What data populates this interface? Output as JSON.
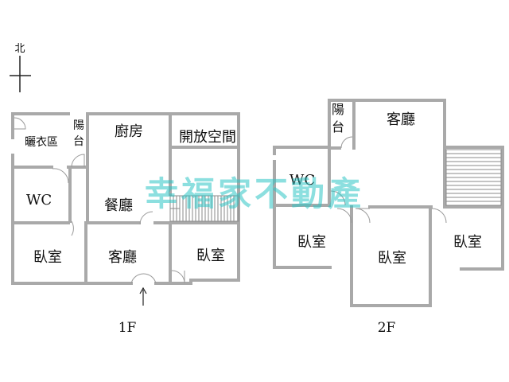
{
  "compass": {
    "north_label": "北"
  },
  "watermark": "幸福家不動產",
  "floor1": {
    "caption": "1F",
    "rooms": {
      "laundry": "曬衣區",
      "balcony": "陽台",
      "kitchen": "廚房",
      "open_space": "開放空間",
      "wc": "WC",
      "dining": "餐廳",
      "bedroom_left": "臥室",
      "living": "客廳",
      "bedroom_right": "臥室"
    }
  },
  "floor2": {
    "caption": "2F",
    "rooms": {
      "balcony": "陽台",
      "living": "客廳",
      "wc": "WC",
      "bedroom_left": "臥室",
      "bedroom_middle": "臥室",
      "bedroom_right": "臥室"
    }
  },
  "colors": {
    "wall": "#a9a9a9",
    "watermark": "#2ec4c4",
    "text": "#111111"
  }
}
